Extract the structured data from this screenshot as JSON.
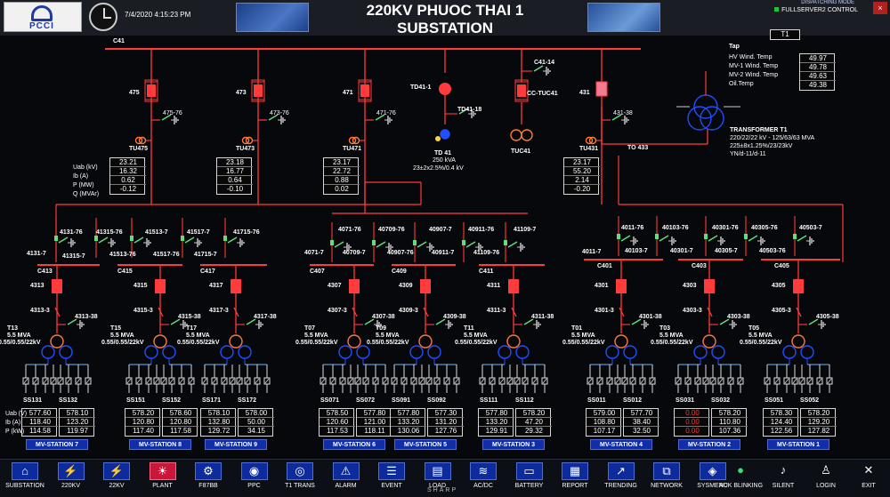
{
  "header": {
    "logo_text": "PCCI",
    "datetime": "7/4/2020 4:15:23 PM",
    "title": "220KV PHUOC THAI 1 SUBSTATION",
    "mode_line": "DISPATCHING MODE",
    "mode_value": "FULLSERVER2 CONTROL"
  },
  "colors": {
    "busbar": "#ff3b3b",
    "breaker_closed": "#ff3b3b",
    "alert_red": "#ff3535",
    "station_button": "#0f2ea8",
    "active_nav": "#c8173a",
    "ground_blue": "#1f4fff",
    "earthing_green": "#5fe07d"
  },
  "main_bus": {
    "label": "C41"
  },
  "feeders": [
    {
      "breaker": "475",
      "earth": "475-76",
      "vt": "TU475"
    },
    {
      "breaker": "473",
      "earth": "473-76",
      "vt": "TU473"
    },
    {
      "breaker": "471",
      "earth": "471-76",
      "vt": "TU471"
    },
    {
      "breaker": "431",
      "earth": "431-38",
      "vt": "TU431"
    }
  ],
  "feeder_meas": {
    "labels": [
      "Uab (kV)",
      "Ib (A)",
      "P (MW)",
      "Q (MVAr)"
    ],
    "f475": [
      "23.21",
      "16.32",
      "0.62",
      "-0.12"
    ],
    "f473": [
      "23.18",
      "16.77",
      "0.64",
      "-0.10"
    ],
    "f471": [
      "23.17",
      "22.72",
      "0.88",
      "0.02"
    ],
    "f431": [
      "23.17",
      "55.20",
      "2.14",
      "-0.20"
    ]
  },
  "aux": {
    "td41_1": "TD41-1",
    "td41_18": "TD41-18",
    "td41": "TD 41",
    "td41_kva": "250 kVA",
    "td41_ratio": "23±2x2.5%/0.4 kV",
    "c41_14": "C41-14",
    "cc_tuc41": "CC-TUC41",
    "tuc41": "TUC41",
    "to433": "TO 433"
  },
  "transformer": {
    "tag": "T1",
    "tap_label": "Tap",
    "rows": [
      {
        "label": "HV Wind. Temp",
        "value": "49.97"
      },
      {
        "label": "MV-1 Wind. Temp",
        "value": "49.78"
      },
      {
        "label": "MV-2 Wind. Temp",
        "value": "49.63"
      },
      {
        "label": "Oil.Temp",
        "value": "49.38"
      }
    ],
    "name": "TRANSFORMER T1",
    "spec1": "220/22/22 kV - 125/63/63 MVA",
    "spec2": "225±8x1.25%/23/23kV",
    "spec3": "YN/d-11/d-11"
  },
  "bays": [
    {
      "bus": "C413",
      "breaker": "4313",
      "disc": "4313-3",
      "earth": "4313-38",
      "tr": "T13",
      "mva": "5.5 MVA",
      "kv": "0.55/0.55/22kV",
      "ss": [
        "SS131",
        "SS132"
      ],
      "v1": [
        "577.60",
        "118.40",
        "114.58"
      ],
      "v2": [
        "578.10",
        "123.20",
        "119.97"
      ],
      "red1": [
        false,
        false,
        false
      ],
      "red2": [
        false,
        false,
        false
      ],
      "station": "MV-STATION 7"
    },
    {
      "bus": "C415",
      "breaker": "4315",
      "disc": "4315-3",
      "earth": "4315-38",
      "tr": "T15",
      "mva": "5.5 MVA",
      "kv": "0.55/0.55/22kV",
      "ss": [
        "SS151",
        "SS152"
      ],
      "v1": [
        "578.20",
        "120.80",
        "117.40"
      ],
      "v2": [
        "578.60",
        "120.80",
        "117.58"
      ],
      "red1": [
        false,
        false,
        false
      ],
      "red2": [
        false,
        false,
        false
      ],
      "station": "MV-STATION 8"
    },
    {
      "bus": "C417",
      "breaker": "4317",
      "disc": "4317-3",
      "earth": "4317-38",
      "tr": "T17",
      "mva": "5.5 MVA",
      "kv": "0.55/0.55/22kV",
      "ss": [
        "SS171",
        "SS172"
      ],
      "v1": [
        "578.10",
        "132.80",
        "129.72"
      ],
      "v2": [
        "578.00",
        "50.00",
        "34.15"
      ],
      "red1": [
        false,
        false,
        false
      ],
      "red2": [
        false,
        false,
        false
      ],
      "station": "MV-STATION 9"
    },
    {
      "bus": "C407",
      "breaker": "4307",
      "disc": "4307-3",
      "earth": "4307-38",
      "tr": "T07",
      "mva": "5.5 MVA",
      "kv": "0.55/0.55/22kV",
      "ss": [
        "SS071",
        "SS072"
      ],
      "v1": [
        "578.50",
        "120.60",
        "117.53"
      ],
      "v2": [
        "577.80",
        "121.00",
        "118.11"
      ],
      "red1": [
        false,
        false,
        false
      ],
      "red2": [
        false,
        false,
        false
      ],
      "station": "MV-STATION 6"
    },
    {
      "bus": "C409",
      "breaker": "4309",
      "disc": "4309-3",
      "earth": "4309-38",
      "tr": "T09",
      "mva": "5.5 MVA",
      "kv": "0.55/0.55/22kV",
      "ss": [
        "SS091",
        "SS092"
      ],
      "v1": [
        "577.80",
        "133.20",
        "130.06"
      ],
      "v2": [
        "577.30",
        "131.20",
        "127.76"
      ],
      "red1": [
        false,
        false,
        false
      ],
      "red2": [
        false,
        false,
        false
      ],
      "station": "MV-STATION 5"
    },
    {
      "bus": "C411",
      "breaker": "4311",
      "disc": "4311-3",
      "earth": "4311-38",
      "tr": "T11",
      "mva": "5.5 MVA",
      "kv": "0.55/0.55/22kV",
      "ss": [
        "SS111",
        "SS112"
      ],
      "v1": [
        "577.80",
        "133.20",
        "129.91"
      ],
      "v2": [
        "578.20",
        "47.20",
        "29.32"
      ],
      "red1": [
        false,
        false,
        false
      ],
      "red2": [
        false,
        false,
        false
      ],
      "station": "MV-STATION 3"
    },
    {
      "bus": "C401",
      "breaker": "4301",
      "disc": "4301-3",
      "earth": "4301-38",
      "tr": "T01",
      "mva": "5.5 MVA",
      "kv": "0.55/0.55/22kV",
      "ss": [
        "SS011",
        "SS012"
      ],
      "v1": [
        "579.00",
        "108.80",
        "107.17"
      ],
      "v2": [
        "577.70",
        "38.40",
        "32.50"
      ],
      "red1": [
        false,
        false,
        false
      ],
      "red2": [
        false,
        false,
        false
      ],
      "station": "MV-STATION 4"
    },
    {
      "bus": "C403",
      "breaker": "4303",
      "disc": "4303-3",
      "earth": "4303-38",
      "tr": "T03",
      "mva": "5.5 MVA",
      "kv": "0.55/0.55/22kV",
      "ss": [
        "SS031",
        "SS032"
      ],
      "v1": [
        "0.00",
        "0.00",
        "0.00"
      ],
      "v2": [
        "578.20",
        "110.80",
        "107.36"
      ],
      "red1": [
        true,
        true,
        true
      ],
      "red2": [
        false,
        false,
        false
      ],
      "station": "MV-STATION 2"
    },
    {
      "bus": "C405",
      "breaker": "4305",
      "disc": "4305-3",
      "earth": "4305-38",
      "tr": "T05",
      "mva": "5.5 MVA",
      "kv": "0.55/0.55/22kV",
      "ss": [
        "SS051",
        "SS052"
      ],
      "v1": [
        "578.30",
        "124.40",
        "122.56"
      ],
      "v2": [
        "578.20",
        "129.20",
        "127.82"
      ],
      "red1": [
        false,
        false,
        false
      ],
      "red2": [
        false,
        false,
        false
      ],
      "station": "MV-STATION 1"
    }
  ],
  "ss_meas_labels": [
    "Uab (V)",
    "Ib (A)",
    "P (kW)"
  ],
  "ties": {
    "left": [
      "4131-7",
      "4131-76",
      "41315-7",
      "41315-76",
      "41513-76",
      "41513-7",
      "41517-76",
      "41517-7",
      "41715-7",
      "41715-76"
    ],
    "mid": [
      "4071-7",
      "4071-76",
      "40709-7",
      "40709-76",
      "40907-76",
      "40907-7",
      "40911-7",
      "40911-76",
      "41109-76",
      "41109-7"
    ],
    "right": [
      "4011-7",
      "4011-76",
      "40103-7",
      "40103-76",
      "40301-7",
      "40301-76",
      "40305-7",
      "40305-76",
      "40503-76",
      "40503-7"
    ]
  },
  "toolbar": [
    {
      "icon": "substation-icon",
      "glyph": "⌂",
      "label": "SUBSTATION"
    },
    {
      "icon": "bus-220kv-icon",
      "glyph": "⚡",
      "label": "220KV"
    },
    {
      "icon": "bus-22kv-icon",
      "glyph": "⚡",
      "label": "22KV"
    },
    {
      "icon": "plant-icon",
      "glyph": "☀",
      "label": "PLANT"
    },
    {
      "icon": "f87bb-icon",
      "glyph": "⚙",
      "label": "F87BB"
    },
    {
      "icon": "ppc-icon",
      "glyph": "◉",
      "label": "PPC"
    },
    {
      "icon": "t1-trans-icon",
      "glyph": "◎",
      "label": "T1 TRANS"
    },
    {
      "icon": "alarm-icon",
      "glyph": "⚠",
      "label": "ALARM"
    },
    {
      "icon": "event-icon",
      "glyph": "☰",
      "label": "EVENT"
    },
    {
      "icon": "load-icon",
      "glyph": "▤",
      "label": "LOAD"
    },
    {
      "icon": "acdc-icon",
      "glyph": "≋",
      "label": "AC/DC"
    },
    {
      "icon": "battery-icon",
      "glyph": "▭",
      "label": "BATTERY"
    },
    {
      "icon": "report-icon",
      "glyph": "▦",
      "label": "REPORT"
    },
    {
      "icon": "trending-icon",
      "glyph": "↗",
      "label": "TRENDING"
    },
    {
      "icon": "network-icon",
      "glyph": "⧉",
      "label": "NETWORK"
    },
    {
      "icon": "sysmenu-icon",
      "glyph": "◈",
      "label": "SYSMENU"
    },
    {
      "icon": "ack-blinking-icon",
      "glyph": "●",
      "label": "ACK BLINKING"
    },
    {
      "icon": "silent-icon",
      "glyph": "♪",
      "label": "SILENT"
    },
    {
      "icon": "login-icon",
      "glyph": "♙",
      "label": "LOGIN"
    },
    {
      "icon": "exit-icon",
      "glyph": "✕",
      "label": "EXIT"
    }
  ],
  "active_toolbar": "PLANT",
  "brand": "SHARP"
}
